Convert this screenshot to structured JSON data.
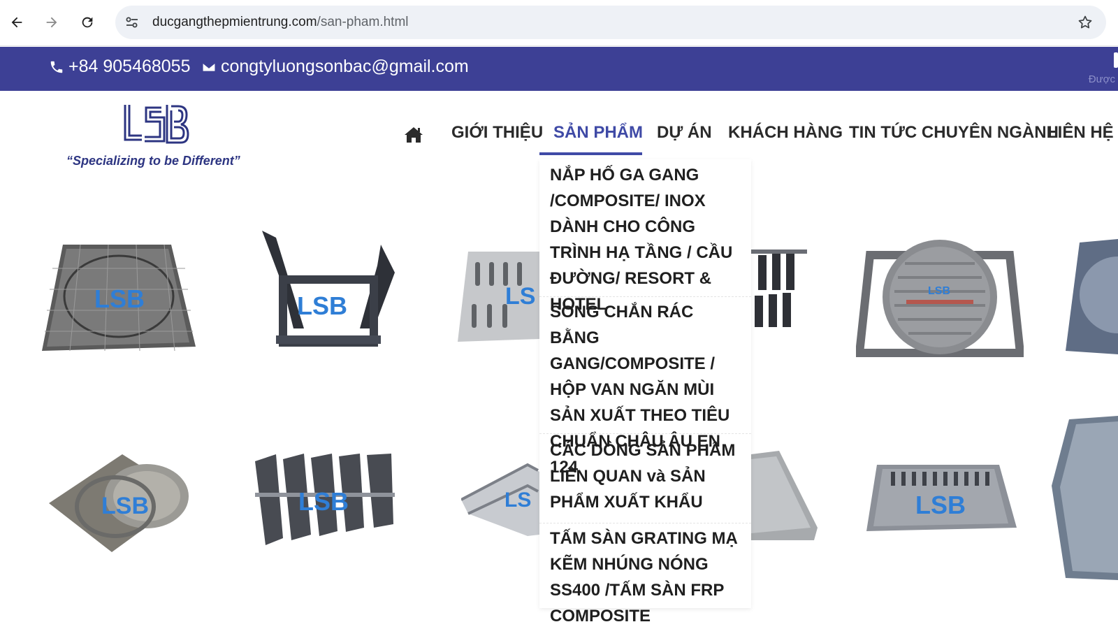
{
  "browser": {
    "url_domain": "ducgangthepmientrung.com",
    "url_path": "/san-pham.html"
  },
  "topbar": {
    "phone": "+84 905468055",
    "email": "congtyluongsonbac@gmail.com",
    "edge_text": "Được"
  },
  "header": {
    "tagline": "“Specializing to be Different”",
    "nav": [
      {
        "label": "GIỚI THIỆU"
      },
      {
        "label": "SẢN PHẨM"
      },
      {
        "label": "DỰ ÁN"
      },
      {
        "label": "KHÁCH HÀNG"
      },
      {
        "label": "TIN TỨC CHUYÊN NGÀNH"
      },
      {
        "label": "LIÊN HỆ"
      }
    ]
  },
  "dropdown": {
    "items": [
      {
        "label": "NẮP HỐ GA GANG /COMPOSITE/ INOX DÀNH CHO CÔNG TRÌNH HẠ TẦNG / CẦU ĐƯỜNG/ RESORT & HOTEL"
      },
      {
        "label": "SONG CHẮN RÁC BẰNG GANG/COMPOSITE / HỘP VAN NGĂN MÙI SẢN XUẤT THEO TIÊU CHUẨN CHÂU ÂU EN 124"
      },
      {
        "label": "CÁC DÒNG SẢN PHẨM LIÊN QUAN và SẢN PHẨM XUẤT KHẨU"
      },
      {
        "label": "TẤM SÀN GRATING MẠ KẼM NHÚNG NÓNG SS400 /TẤM SÀN FRP COMPOSITE"
      }
    ]
  },
  "colors": {
    "topbar_bg": "#3d4095",
    "accent": "#3f4aa6",
    "logo_blue": "#2d3582"
  },
  "icons": {
    "back": "arrow-left-icon",
    "forward": "arrow-right-icon",
    "reload": "reload-icon",
    "site_settings": "tune-icon",
    "bookmark": "star-icon",
    "phone": "phone-icon",
    "email": "envelope-icon",
    "home": "home-icon"
  }
}
